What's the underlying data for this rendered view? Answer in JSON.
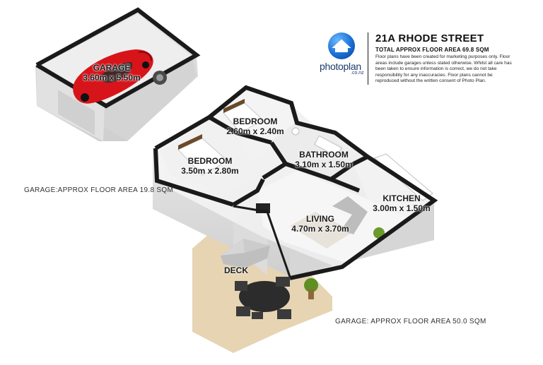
{
  "header": {
    "title": "21A RHODE STREET",
    "total_area": "TOTAL APPROX FLOOR AREA 69.8 SQM",
    "disclaimer": "Floor plans have been created for marketing purposes only. Floor areas include garages unless stated otherwise. Whilst all care has been taken to ensure information is correct, we do not take responsibility for any inaccuracies. Floor plans cannot be reproduced without the written consent of Photo Plan."
  },
  "logo": {
    "name": "photoplan",
    "sub": ".co.nz",
    "icon": "house-globe-icon"
  },
  "rooms": [
    {
      "id": "garage",
      "name": "GARAGE",
      "dims": "3.60m x 5.50m"
    },
    {
      "id": "bedroom-1",
      "name": "BEDROOM",
      "dims": "2.60m x 2.40m"
    },
    {
      "id": "bedroom-2",
      "name": "BEDROOM",
      "dims": "3.50m x 2.80m"
    },
    {
      "id": "bathroom",
      "name": "BATHROOM",
      "dims": "3.10m x 1.50m"
    },
    {
      "id": "kitchen",
      "name": "KITCHEN",
      "dims": "3.00m x 1.50m"
    },
    {
      "id": "living",
      "name": "LIVING",
      "dims": "4.70m x 3.70m"
    },
    {
      "id": "deck",
      "name": "DECK",
      "dims": ""
    }
  ],
  "area_notes": {
    "garage": "GARAGE:APPROX FLOOR AREA 19.8 SQM",
    "house": "GARAGE: APPROX FLOOR AREA 50.0 SQM"
  },
  "colors": {
    "wall_top": "#1a1a1a",
    "wall_face": "#d9d9d9",
    "floor_light": "#f2f2f2",
    "deck": "#e6d4b3",
    "car": "#d8141b",
    "accent_blue": "#1a6fd6"
  }
}
